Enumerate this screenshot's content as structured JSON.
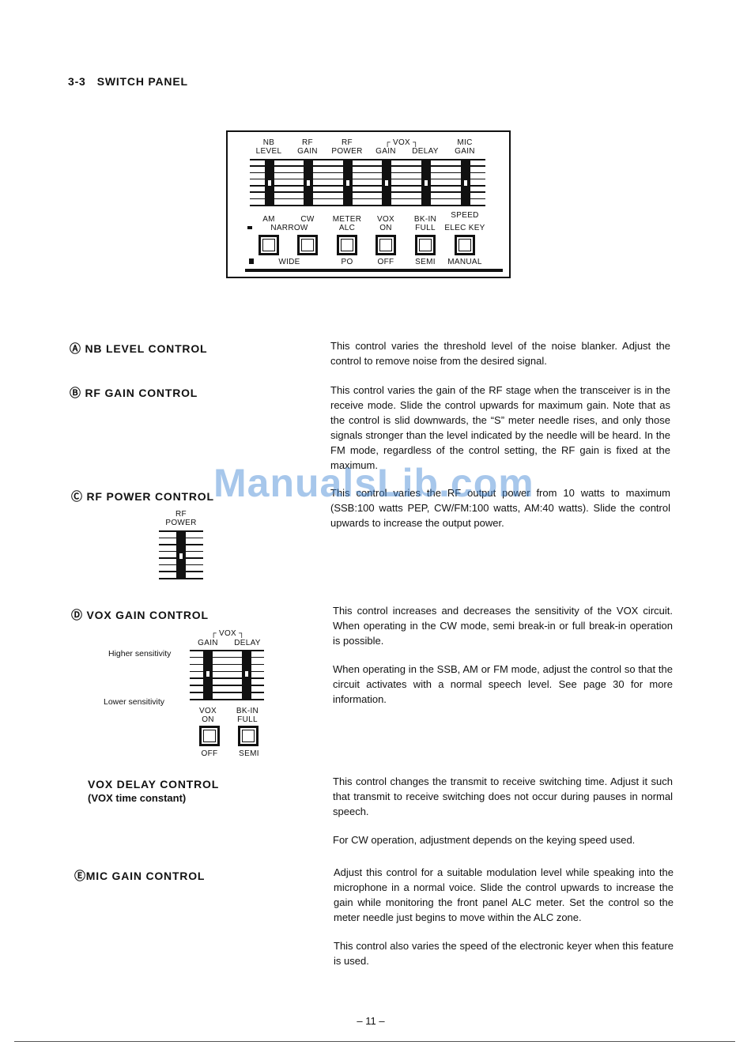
{
  "heading": {
    "number": "3-3",
    "title": "SWITCH PANEL"
  },
  "panel": {
    "slider_labels": [
      {
        "top": "NB",
        "bottom": "LEVEL"
      },
      {
        "top": "RF",
        "bottom": "GAIN"
      },
      {
        "top": "RF",
        "bottom": "POWER"
      },
      {
        "top": "",
        "bottom": "GAIN"
      },
      {
        "top": "",
        "bottom": "DELAY"
      },
      {
        "top": "MIC",
        "bottom": "GAIN"
      }
    ],
    "vox_bracket": "┌ VOX ┐",
    "switch_labels": [
      {
        "top": "AM",
        "mid": "",
        "bottom": ""
      },
      {
        "top": "CW",
        "mid": "",
        "bottom": ""
      },
      {
        "top": "METER",
        "mid": "ALC",
        "bottom": "PO"
      },
      {
        "top": "VOX",
        "mid": "ON",
        "bottom": "OFF"
      },
      {
        "top": "BK-IN",
        "mid": "FULL",
        "bottom": "SEMI"
      },
      {
        "top": "SPEED",
        "mid": "ELEC KEY",
        "bottom": "MANUAL"
      }
    ],
    "narrow_label": "NARROW",
    "wide_label": "WIDE"
  },
  "sections": {
    "a": {
      "title": "Ⓐ NB LEVEL CONTROL",
      "text": "This control varies the threshold level of the noise blanker. Adjust the control to remove noise from the desired signal."
    },
    "b": {
      "title": "Ⓑ RF GAIN CONTROL",
      "text": "This control varies the gain of the RF stage when the transceiver is in the receive mode. Slide the control upwards for maximum gain. Note that as the control is slid downwards, the “S” meter needle rises, and only those signals stronger than the level indicated by the needle will be heard. In the FM mode, regardless of the control setting, the RF gain is fixed at the maximum."
    },
    "c": {
      "title": "Ⓒ RF POWER CONTROL",
      "text": "This control varies the RF output power from 10 watts to maximum (SSB:100 watts PEP, CW/FM:100 watts, AM:40 watts). Slide the control upwards to increase the output power.",
      "fig_label_top": "RF",
      "fig_label_bottom": "POWER"
    },
    "d": {
      "title": "Ⓓ VOX GAIN CONTROL",
      "text1": "This control increases and decreases the sensitivity of the VOX circuit. When operating in the CW mode, semi break-in or full break-in operation is possible.",
      "text2": "When operating in the SSB, AM or FM mode, adjust the control so that the circuit activates with a normal speech level. See page 30 for more information.",
      "fig": {
        "vox_bracket": "┌ VOX ┐",
        "gain": "GAIN",
        "delay": "DELAY",
        "higher": "Higher sensitivity",
        "lower": "Lower sensitivity",
        "vox": "VOX",
        "on": "ON",
        "off": "OFF",
        "bkin": "BK-IN",
        "full": "FULL",
        "semi": "SEMI"
      }
    },
    "vox_delay": {
      "title": "VOX DELAY CONTROL",
      "subtitle": "(VOX time constant)",
      "text1": "This control changes the transmit to receive switching time. Adjust it such that transmit to receive switching does not occur during pauses in normal speech.",
      "text2": "For CW operation, adjustment depends on the keying speed used."
    },
    "e": {
      "title": "ⒺMIC GAIN CONTROL",
      "text1": "Adjust this control for a suitable modulation level while speaking into the microphone in a normal voice. Slide the control upwards to increase the gain while monitoring the front panel ALC meter. Set the control so the meter needle just begins to move within the ALC zone.",
      "text2": "This control also varies the speed of the electronic keyer when this feature is used."
    }
  },
  "watermark": "ManualsLib.com",
  "page_number": "– 11 –"
}
